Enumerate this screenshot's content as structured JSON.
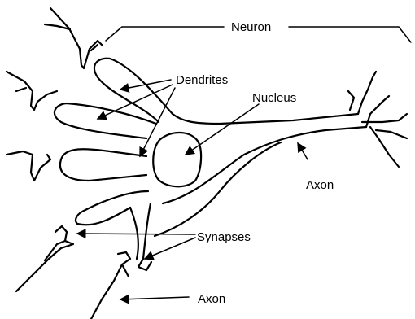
{
  "labels": {
    "neuron": "Neuron",
    "dendrites": "Dendrites",
    "nucleus": "Nucleus",
    "axon_right": "Axon",
    "synapses": "Synapses",
    "axon_bottom": "Axon"
  }
}
